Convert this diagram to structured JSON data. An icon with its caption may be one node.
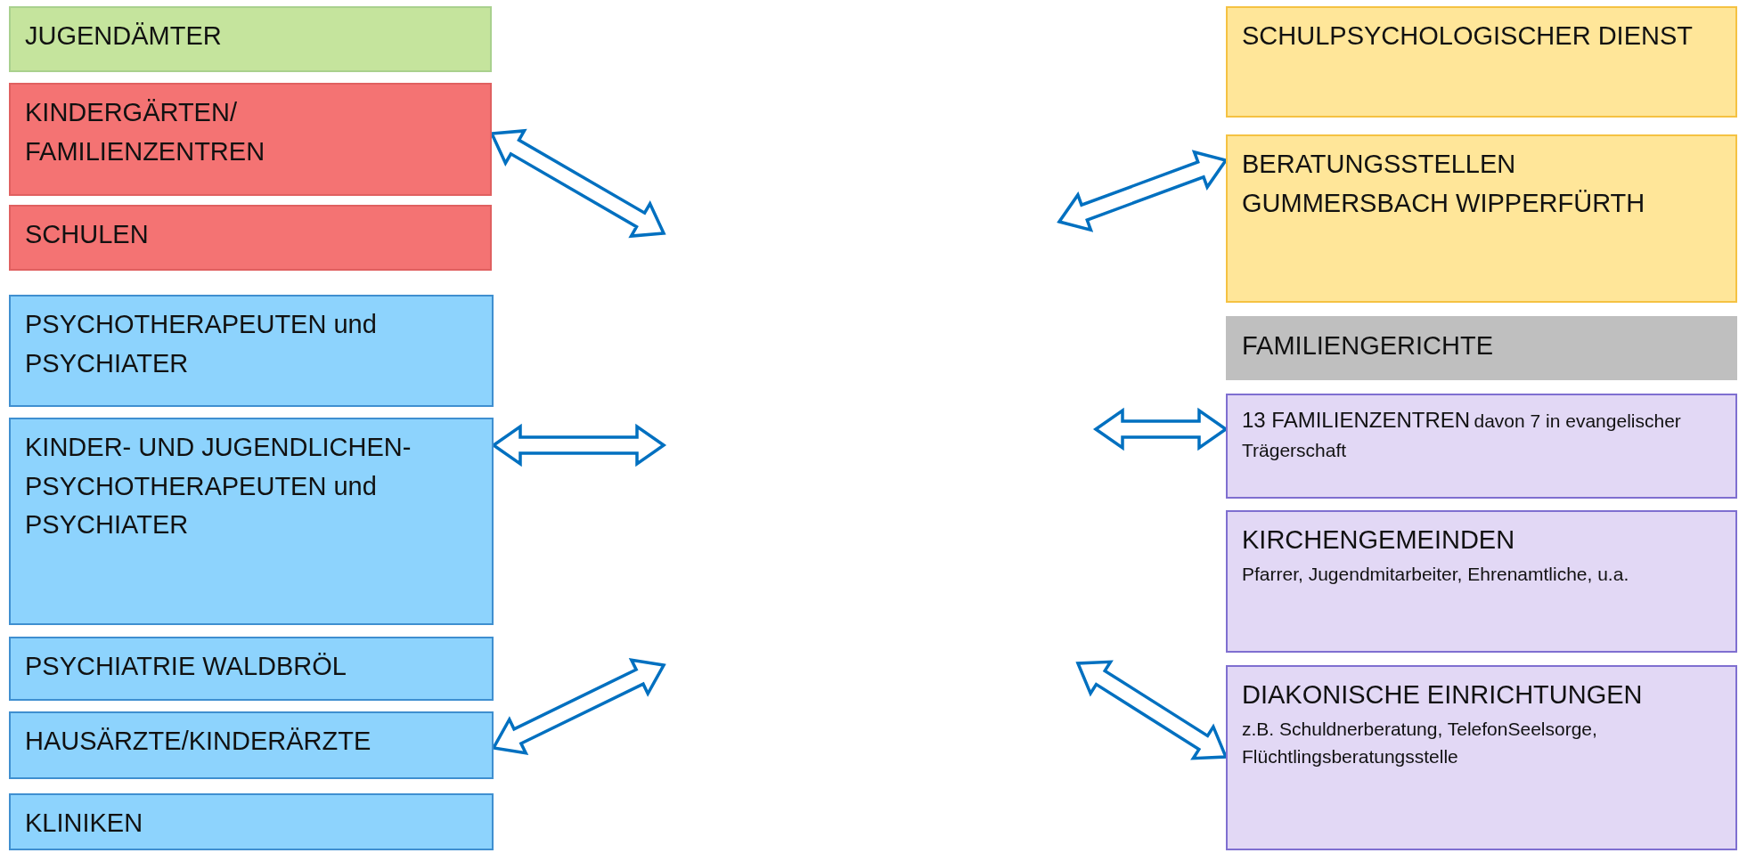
{
  "diagram": {
    "nodes": [
      {
        "text": [
          "JUGENDÄMTER"
        ]
      },
      {
        "text": [
          "KINDERGÄRTEN/ FAMILIENZENTREN"
        ]
      },
      {
        "text": [
          "SCHULEN"
        ]
      },
      {
        "text": [
          "PSYCHOTHERAPEUTEN und PSYCHIATER"
        ]
      },
      {
        "text": [
          "KINDER- UND JUGENDLICHEN- PSYCHOTHERAPEUTEN und PSYCHIATER"
        ]
      },
      {
        "text": [
          "PSYCHIATRIE WALDBRÖL"
        ]
      },
      {
        "text": [
          "HAUSÄRZTE/KINDERÄRZTE"
        ]
      },
      {
        "text": [
          "KLINIKEN"
        ]
      },
      {
        "text": [
          "SCHULPSYCHOLOGISCHER DIENST"
        ]
      },
      {
        "text": [
          "BERATUNGSSTELLEN GUMMERSBACH WIPPERFÜRTH"
        ]
      },
      {
        "text": [
          "FAMILIENGERICHTE"
        ]
      },
      {
        "text": [
          "13 FAMILIENZENTREN",
          "davon 7 in evangelischer Trägerschaft"
        ]
      },
      {
        "text": [
          "KIRCHENGEMEINDEN",
          "Pfarrer, Jugendmitarbeiter, Ehrenamtliche, u.a."
        ]
      },
      {
        "text": [
          "DIAKONISCHE EINRICHTUNGEN",
          "z.B. Schuldnerberatung, TelefonSeelsorge, Flüchtlingsberatungsstelle"
        ]
      }
    ],
    "edges": [
      {
        "from": null,
        "to": 1,
        "arrow": "both"
      },
      {
        "from": null,
        "to": 4,
        "arrow": "both"
      },
      {
        "from": null,
        "to": 6,
        "arrow": "both"
      },
      {
        "from": null,
        "to": 9,
        "arrow": "both"
      },
      {
        "from": null,
        "to": 11,
        "arrow": "both"
      },
      {
        "from": null,
        "to": 13,
        "arrow": "both"
      }
    ]
  }
}
